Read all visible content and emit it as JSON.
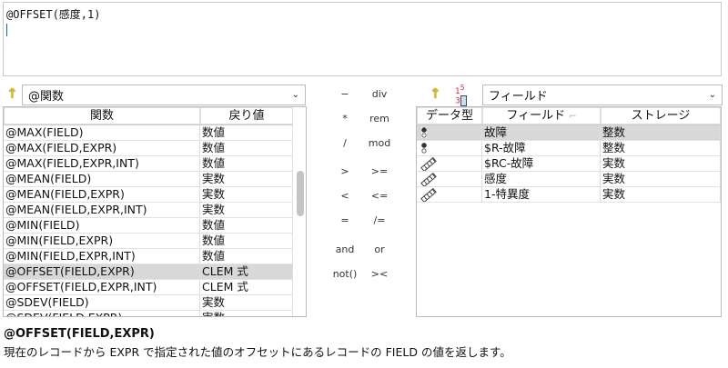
{
  "expression": {
    "value": "@OFFSET(感度,1)"
  },
  "functions": {
    "category": "@関数",
    "columns": [
      "関数",
      "戻り値"
    ],
    "rows": [
      [
        "@MAX(FIELD)",
        "数値"
      ],
      [
        "@MAX(FIELD,EXPR)",
        "数値"
      ],
      [
        "@MAX(FIELD,EXPR,INT)",
        "数値"
      ],
      [
        "@MEAN(FIELD)",
        "実数"
      ],
      [
        "@MEAN(FIELD,EXPR)",
        "実数"
      ],
      [
        "@MEAN(FIELD,EXPR,INT)",
        "実数"
      ],
      [
        "@MIN(FIELD)",
        "数値"
      ],
      [
        "@MIN(FIELD,EXPR)",
        "数値"
      ],
      [
        "@MIN(FIELD,EXPR,INT)",
        "数値"
      ],
      [
        "@OFFSET(FIELD,EXPR)",
        "CLEM 式"
      ],
      [
        "@OFFSET(FIELD,EXPR,INT)",
        "CLEM 式"
      ],
      [
        "@SDEV(FIELD)",
        "実数"
      ],
      [
        "@SDEV(FIELD,EXPR)",
        "実数"
      ]
    ],
    "selected_index": 9
  },
  "operators": [
    [
      "−",
      "div"
    ],
    [
      "*",
      "rem"
    ],
    [
      "/",
      "mod"
    ],
    [
      ">",
      ">="
    ],
    [
      "<",
      "<="
    ],
    [
      "=",
      "/="
    ],
    [
      "and",
      "or"
    ],
    [
      "not()",
      "><"
    ]
  ],
  "fields": {
    "category": "フィールド",
    "columns": [
      "データ型",
      "フィールド",
      "ストレージ"
    ],
    "rows": [
      {
        "type": "flag-icon",
        "name": "故障",
        "storage": "整数"
      },
      {
        "type": "flag-icon",
        "name": "$R-故障",
        "storage": "整数"
      },
      {
        "type": "continuous-icon",
        "name": "$RC-故障",
        "storage": "実数"
      },
      {
        "type": "continuous-icon",
        "name": "感度",
        "storage": "実数"
      },
      {
        "type": "continuous-icon",
        "name": "1-特異度",
        "storage": "実数"
      }
    ],
    "selected_index": 0
  },
  "help": {
    "title": "@OFFSET(FIELD,EXPR)",
    "description": "現在のレコードから EXPR で指定された値のオフセットにあるレコードの FIELD の値を返します。"
  }
}
